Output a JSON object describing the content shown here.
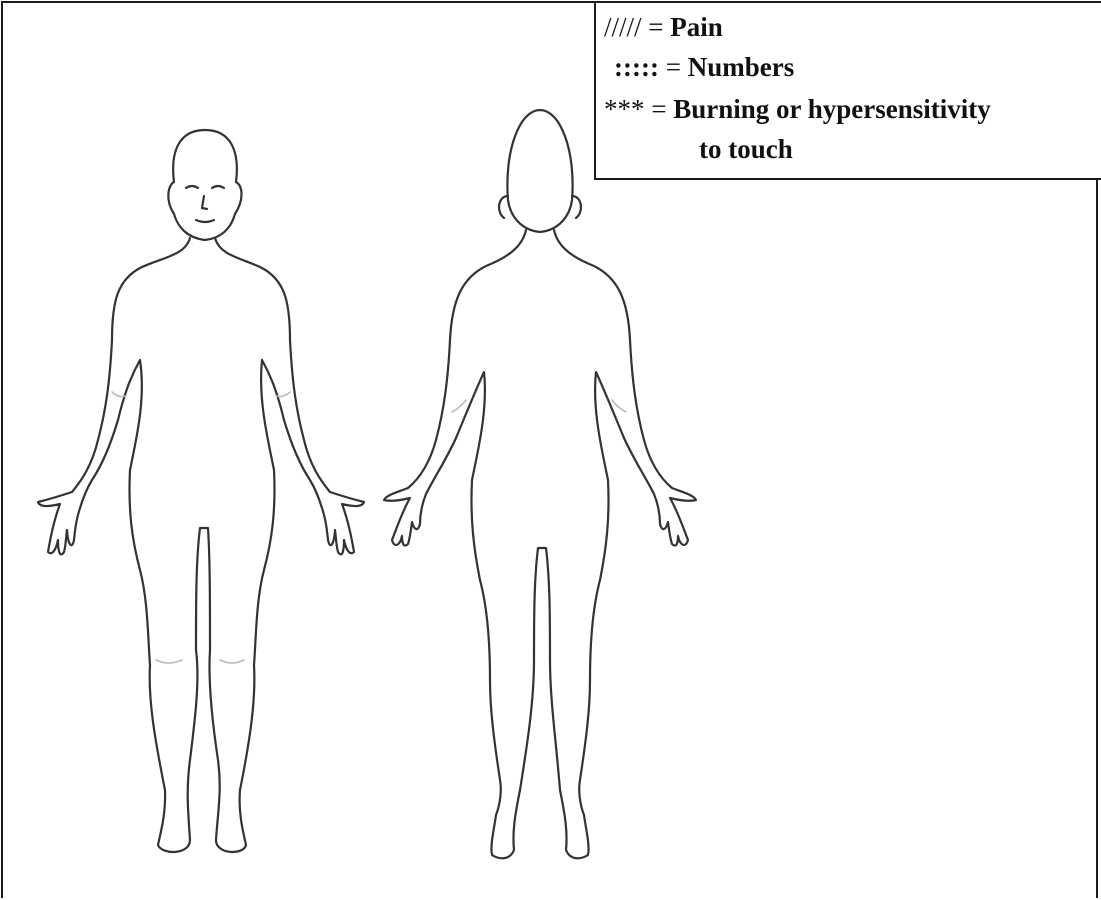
{
  "legend": {
    "pain": {
      "symbol": "/////",
      "label": "Pain"
    },
    "numbness": {
      "symbol": ":::::",
      "label": "Numbers"
    },
    "burning": {
      "symbol": "***",
      "label": "Burning or hypersensitivity",
      "label_cont": "to touch"
    },
    "equals": "="
  },
  "figures": {
    "front": "front-body-outline",
    "back": "back-body-outline"
  }
}
